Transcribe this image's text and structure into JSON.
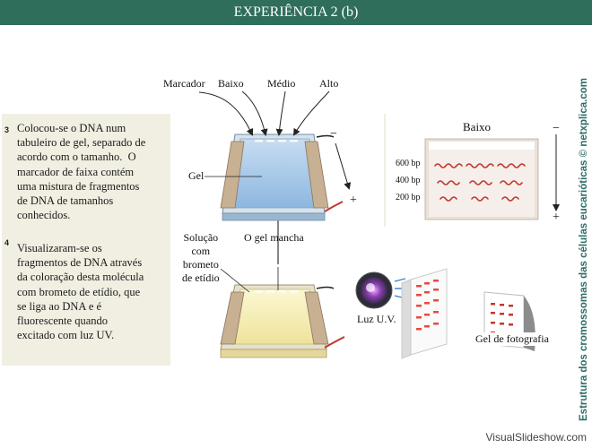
{
  "header": {
    "title": "EXPERIÊNCIA 2 (b)"
  },
  "step3": {
    "number": "3",
    "description": "Colocou-se o DNA num\ntabuleiro de gel, separado de\nacordo com o tamanho.  O\nmarcador de faixa contém\numa mistura de fragmentos\nde DNA de tamanhos\nconhecidos.",
    "well_labels": [
      "Marcador",
      "Baixo",
      "Médio",
      "Alto"
    ],
    "gel_label": "Gel",
    "minus": "−",
    "plus": "+",
    "zoom": {
      "title": "Baixo",
      "bp_labels": [
        "600 bp",
        "400 bp",
        "200 bp"
      ],
      "minus": "−",
      "plus": "+"
    }
  },
  "step4": {
    "number": "4",
    "description": "Visualizaram-se os\nfragmentos de DNA através\nda coloração desta molécula\ncom brometo de etídio, que\nse liga ao DNA e é\nfluorescente quando\nexcitado com luz UV.",
    "solution_label": "Solução\ncom\nbrometo\nde etídio",
    "stain_label": "O gel mancha",
    "uv_label": "Luz U.V.",
    "photo_label": "Gel de fotografia"
  },
  "side_credit": "Estrutura dos cromossomas das células eucarióticas © netxplica.com",
  "watermark": "VisualSlideshow.com",
  "colors": {
    "title_bg": "#2f6e5a",
    "panel_bg": "#f1efe2",
    "gel_blue": "#a9cbe8",
    "gel_yellow": "#f7f0b8",
    "band_red": "#d0413a",
    "credit": "#2d6d68"
  }
}
